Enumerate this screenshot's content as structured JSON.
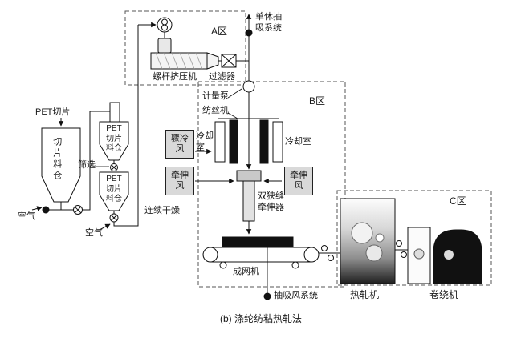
{
  "caption": "(b) 涤纶纺粘热轧法",
  "zones": {
    "a": "A区",
    "b": "B区",
    "c": "C区"
  },
  "materials": {
    "pet_chips": "PET切片",
    "air_left": "空气",
    "air_mid": "空气"
  },
  "equipment": {
    "chip_silo": "切片料仓",
    "pet_silo_upper": "PET切片料仓",
    "pet_silo_lower": "PET切片料仓",
    "screening": "筛选",
    "continuous_drying": "连续干燥",
    "screw_extruder": "螺杆挤压机",
    "filter": "过滤器",
    "monomer_suction": "单休抽吸系统",
    "metering_pump": "计量泵",
    "spinning_machine": "纺丝机",
    "quench_air": "骤冷风",
    "cooling_room_left": "冷却室",
    "cooling_room_right": "冷却室",
    "draw_air_left": "牵伸风",
    "draw_air_right": "牵伸风",
    "double_slit_drawer": "双狭缝牵伸器",
    "web_former": "成网机",
    "suction_air_system": "抽吸风系统",
    "hot_calender": "热轧机",
    "winder": "卷绕机"
  },
  "colors": {
    "line": "#111111",
    "air_box_fill": "#d9d9d9",
    "machine_dark": "#111111",
    "zone_dash": "#555555"
  }
}
